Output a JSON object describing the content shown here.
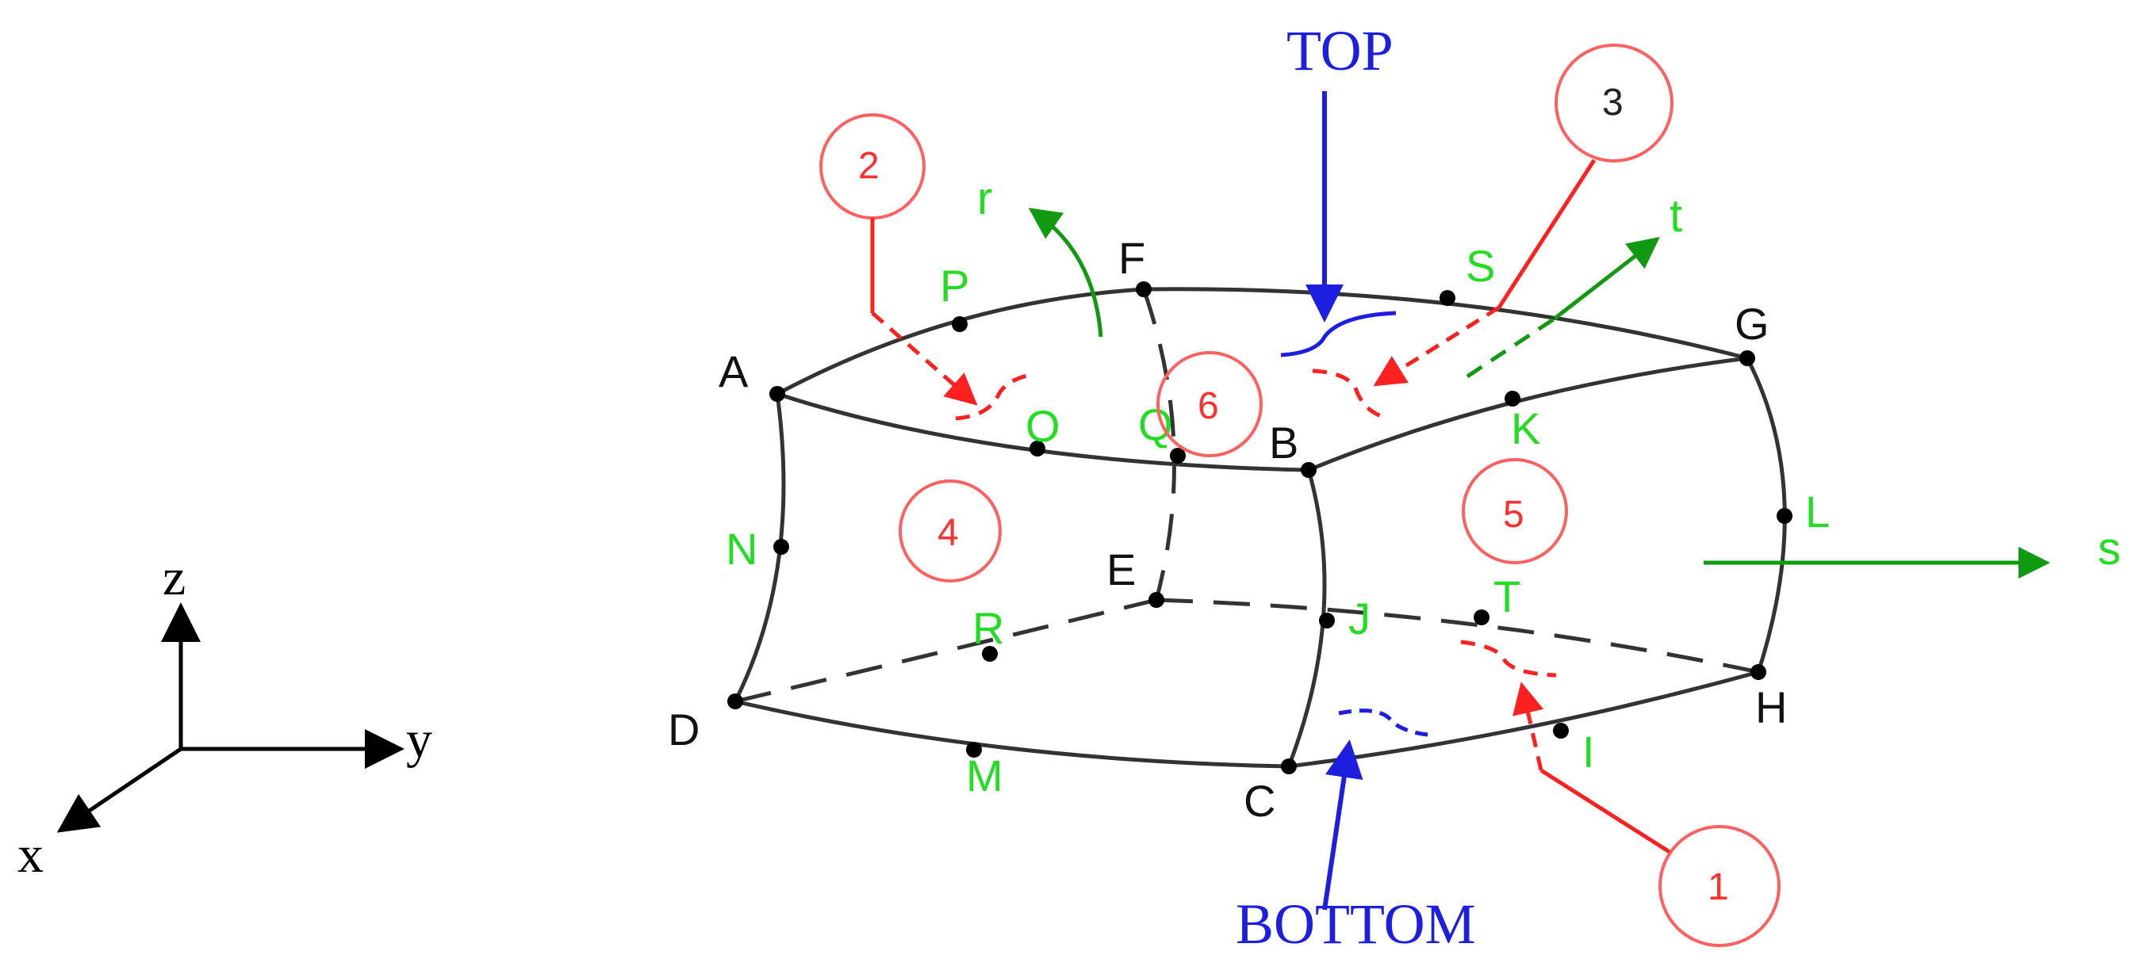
{
  "corner_labels": {
    "A": "A",
    "B": "B",
    "C": "C",
    "D": "D",
    "E": "E",
    "F": "F",
    "G": "G",
    "H": "H"
  },
  "midside_labels": {
    "I": "I",
    "J": "J",
    "K": "K",
    "L": "L",
    "M": "M",
    "N": "N",
    "O": "O",
    "P": "P",
    "Q": "Q",
    "R": "R",
    "S": "S",
    "T": "T"
  },
  "direction_labels": {
    "r": "r",
    "s": "s",
    "t": "t"
  },
  "axis_labels": {
    "x": "x",
    "y": "y",
    "z": "z"
  },
  "top_label": "TOP",
  "bottom_label": "BOTTOM",
  "face_numbers": {
    "1": "1",
    "2": "2",
    "3": "3",
    "4": "4",
    "5": "5",
    "6": "6"
  },
  "colors": {
    "edges": "#333333",
    "natural_directions": "#119911",
    "node_labels_midside": "#22dd22",
    "top_bottom": "#1e1ee0",
    "face_markers": "#ff3030"
  }
}
